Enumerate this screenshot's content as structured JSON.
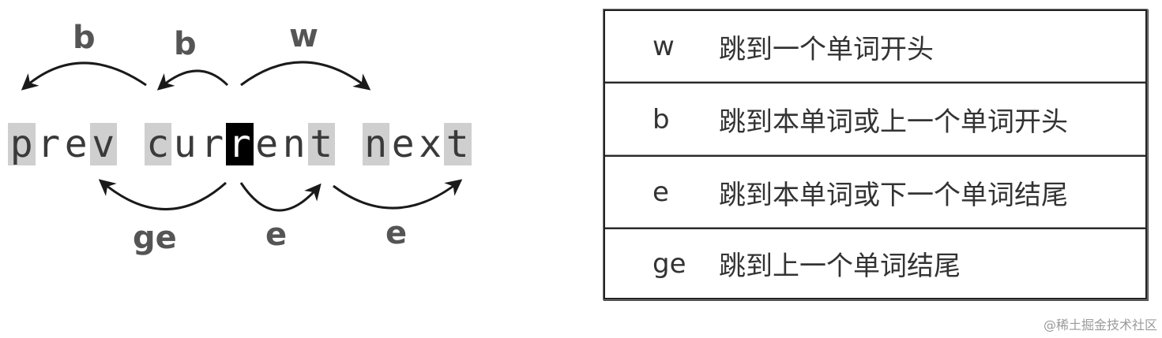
{
  "diagram": {
    "labels": {
      "b_far": "b",
      "b_near": "b",
      "w": "w",
      "ge": "ge",
      "e_first": "e",
      "e_second": "e"
    },
    "words": [
      {
        "chars": [
          "p",
          "r",
          "e",
          "v"
        ],
        "highlight": [
          0,
          3
        ],
        "cursor": null
      },
      {
        "chars": [
          "c",
          "u",
          "r",
          "r",
          "e",
          "n",
          "t"
        ],
        "highlight": [
          0,
          6
        ],
        "cursor": 3
      },
      {
        "chars": [
          "n",
          "e",
          "x",
          "t"
        ],
        "highlight": [
          0,
          3
        ],
        "cursor": null
      }
    ],
    "colors": {
      "highlight": "#cfcfcf",
      "cursor": "#000000",
      "arrow": "#1a1a1a"
    }
  },
  "table": {
    "rows": [
      {
        "key": "w",
        "desc": "跳到一个单词开头"
      },
      {
        "key": "b",
        "desc": "跳到本单词或上一个单词开头"
      },
      {
        "key": "e",
        "desc": "跳到本单词或下一个单词结尾"
      },
      {
        "key": "ge",
        "desc": "跳到上一个单词结尾"
      }
    ]
  },
  "watermark": "@稀土掘金技术社区"
}
